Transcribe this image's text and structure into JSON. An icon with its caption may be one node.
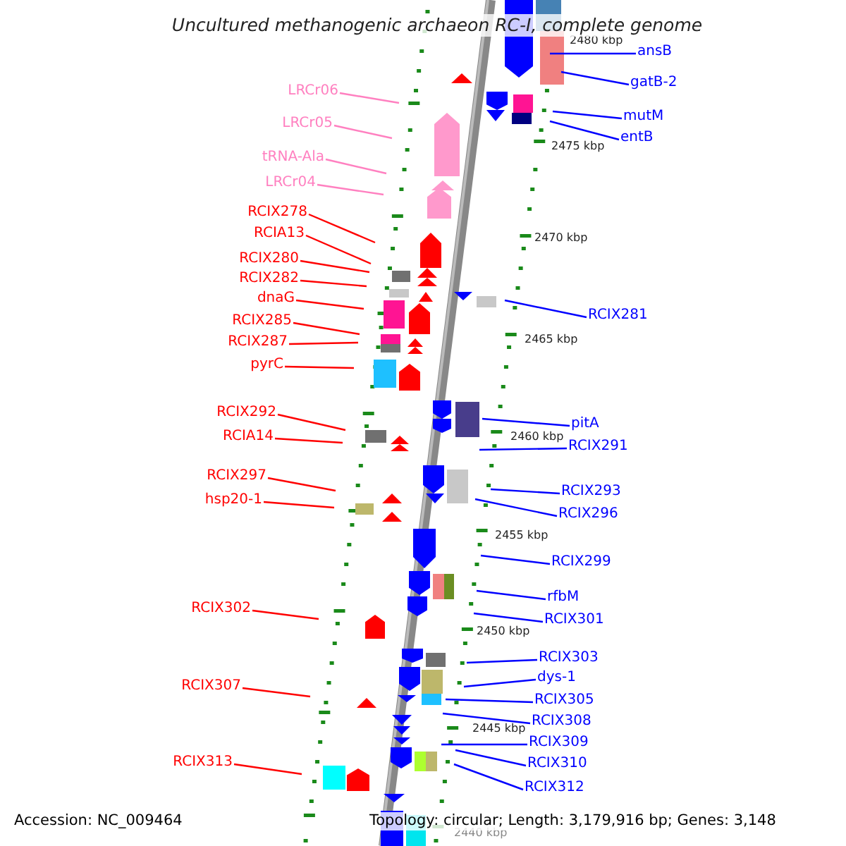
{
  "diagram": {
    "title": "Uncultured methanogenic archaeon RC-I, complete genome",
    "nodes": [
      {
        "text": [
          "LRCr06"
        ]
      },
      {
        "text": [
          "LRCr05"
        ]
      },
      {
        "text": [
          "tRNA-Ala"
        ]
      },
      {
        "text": [
          "LRCr04"
        ]
      },
      {
        "text": [
          "RCIX278"
        ]
      },
      {
        "text": [
          "RCIA13"
        ]
      },
      {
        "text": [
          "RCIX280"
        ]
      },
      {
        "text": [
          "RCIX282"
        ]
      },
      {
        "text": [
          "dnaG"
        ]
      },
      {
        "text": [
          "RCIX285"
        ]
      },
      {
        "text": [
          "RCIX287"
        ]
      },
      {
        "text": [
          "pyrC"
        ]
      },
      {
        "text": [
          "RCIX292"
        ]
      },
      {
        "text": [
          "RCIA14"
        ]
      },
      {
        "text": [
          "RCIX297"
        ]
      },
      {
        "text": [
          "hsp20-1"
        ]
      },
      {
        "text": [
          "RCIX302"
        ]
      },
      {
        "text": [
          "RCIX307"
        ]
      },
      {
        "text": [
          "RCIX313"
        ]
      },
      {
        "text": [
          "ansB"
        ]
      },
      {
        "text": [
          "gatB-2"
        ]
      },
      {
        "text": [
          "mutM"
        ]
      },
      {
        "text": [
          "entB"
        ]
      },
      {
        "text": [
          "RCIX281"
        ]
      },
      {
        "text": [
          "pitA"
        ]
      },
      {
        "text": [
          "RCIX291"
        ]
      },
      {
        "text": [
          "RCIX293"
        ]
      },
      {
        "text": [
          "RCIX296"
        ]
      },
      {
        "text": [
          "RCIX299"
        ]
      },
      {
        "text": [
          "rfbM"
        ]
      },
      {
        "text": [
          "RCIX301"
        ]
      },
      {
        "text": [
          "RCIX303"
        ]
      },
      {
        "text": [
          "dys-1"
        ]
      },
      {
        "text": [
          "RCIX305"
        ]
      },
      {
        "text": [
          "RCIX308"
        ]
      },
      {
        "text": [
          "RCIX309"
        ]
      },
      {
        "text": [
          "RCIX310"
        ]
      },
      {
        "text": [
          "RCIX312"
        ]
      }
    ],
    "edges": [
      {
        "from": 0,
        "to": null,
        "arrow": "none",
        "color": "#ff80c0"
      },
      {
        "from": 1,
        "to": null,
        "arrow": "none",
        "color": "#ff80c0"
      },
      {
        "from": 2,
        "to": null,
        "arrow": "none",
        "color": "#ff80c0"
      },
      {
        "from": 3,
        "to": null,
        "arrow": "none",
        "color": "#ff80c0"
      },
      {
        "from": 4,
        "to": null,
        "arrow": "none",
        "color": "#ff0000"
      },
      {
        "from": 5,
        "to": null,
        "arrow": "none",
        "color": "#ff0000"
      },
      {
        "from": 6,
        "to": null,
        "arrow": "none",
        "color": "#ff0000"
      },
      {
        "from": 7,
        "to": null,
        "arrow": "none",
        "color": "#ff0000"
      },
      {
        "from": 8,
        "to": null,
        "arrow": "none",
        "color": "#ff0000"
      },
      {
        "from": 9,
        "to": null,
        "arrow": "none",
        "color": "#ff0000"
      },
      {
        "from": 10,
        "to": null,
        "arrow": "none",
        "color": "#ff0000"
      },
      {
        "from": 11,
        "to": null,
        "arrow": "none",
        "color": "#ff0000"
      },
      {
        "from": 12,
        "to": null,
        "arrow": "none",
        "color": "#ff0000"
      },
      {
        "from": 13,
        "to": null,
        "arrow": "none",
        "color": "#ff0000"
      },
      {
        "from": 14,
        "to": null,
        "arrow": "none",
        "color": "#ff0000"
      },
      {
        "from": 15,
        "to": null,
        "arrow": "none",
        "color": "#ff0000"
      },
      {
        "from": 16,
        "to": null,
        "arrow": "none",
        "color": "#ff0000"
      },
      {
        "from": 17,
        "to": null,
        "arrow": "none",
        "color": "#ff0000"
      },
      {
        "from": 18,
        "to": null,
        "arrow": "none",
        "color": "#ff0000"
      },
      {
        "from": 19,
        "to": null,
        "arrow": "none"
      },
      {
        "from": 20,
        "to": null,
        "arrow": "none"
      },
      {
        "from": 21,
        "to": null,
        "arrow": "none"
      },
      {
        "from": 22,
        "to": null,
        "arrow": "none"
      },
      {
        "from": 23,
        "to": null,
        "arrow": "none"
      },
      {
        "from": 24,
        "to": null,
        "arrow": "none"
      },
      {
        "from": 25,
        "to": null,
        "arrow": "none"
      },
      {
        "from": 26,
        "to": null,
        "arrow": "none"
      },
      {
        "from": 27,
        "to": null,
        "arrow": "none"
      },
      {
        "from": 28,
        "to": null,
        "arrow": "none"
      },
      {
        "from": 29,
        "to": null,
        "arrow": "none"
      },
      {
        "from": 30,
        "to": null,
        "arrow": "none"
      },
      {
        "from": 31,
        "to": null,
        "arrow": "none"
      },
      {
        "from": 32,
        "to": null,
        "arrow": "none"
      },
      {
        "from": 33,
        "to": null,
        "arrow": "none"
      },
      {
        "from": 34,
        "to": null,
        "arrow": "none"
      },
      {
        "from": 35,
        "to": null,
        "arrow": "none"
      },
      {
        "from": 36,
        "to": null,
        "arrow": "none"
      },
      {
        "from": 37,
        "to": null,
        "arrow": "none"
      }
    ],
    "labels": [
      "2480 kbp",
      "2475 kbp",
      "2470 kbp",
      "2465 kbp",
      "2460 kbp",
      "2455 kbp",
      "2450 kbp",
      "2445 kbp",
      "2440 kbp",
      "Accession: NC_009464",
      "Topology: circular; Length: 3,179,916 bp; Genes: 3,148"
    ]
  }
}
